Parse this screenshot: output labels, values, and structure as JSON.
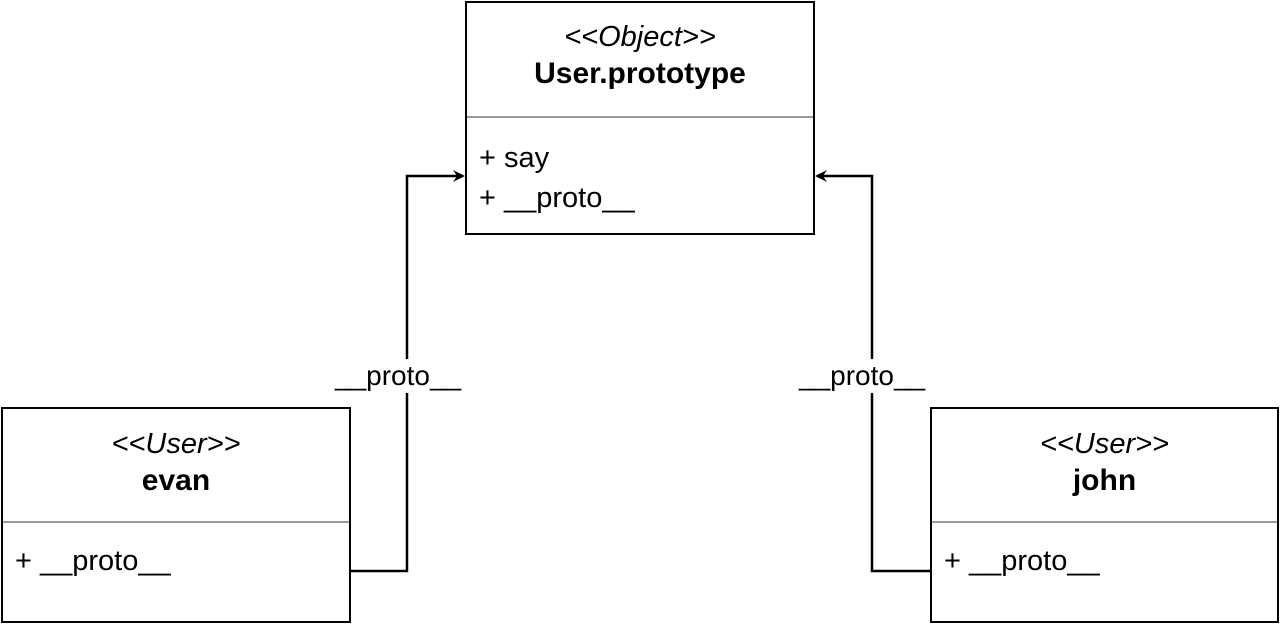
{
  "boxes": {
    "prototype": {
      "stereotype": "<<Object>>",
      "name": "User.prototype",
      "attributes": [
        "+ say",
        "+ __proto__"
      ]
    },
    "evan": {
      "stereotype": "<<User>>",
      "name": "evan",
      "attributes": [
        "+ __proto__"
      ]
    },
    "john": {
      "stereotype": "<<User>>",
      "name": "john",
      "attributes": [
        "+ __proto__"
      ]
    }
  },
  "edges": [
    {
      "from": "evan",
      "to": "prototype",
      "label": "__proto__"
    },
    {
      "from": "john",
      "to": "prototype",
      "label": "__proto__"
    }
  ]
}
